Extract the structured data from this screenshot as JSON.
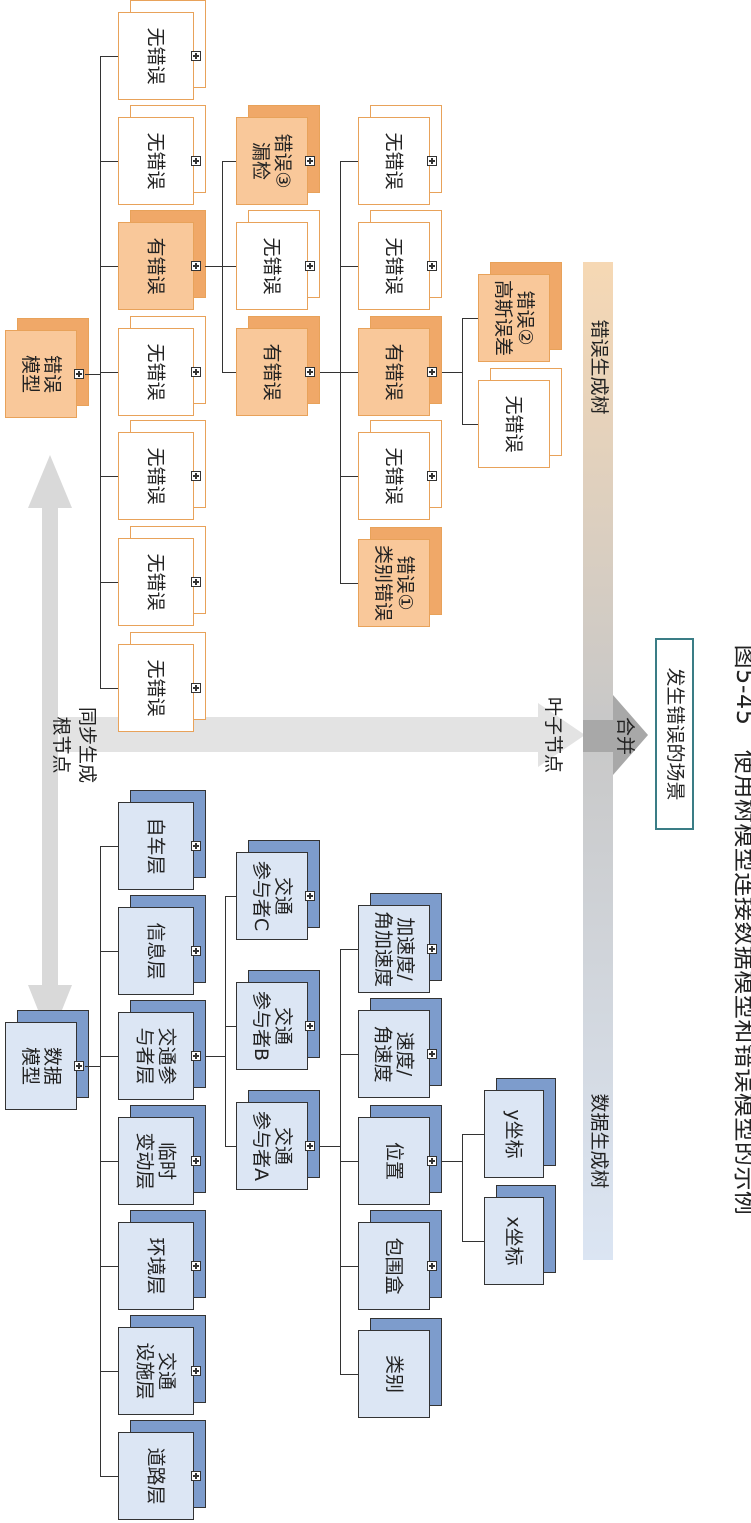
{
  "data_tree": {
    "root": "数据\n模型",
    "level1": [
      "道路层",
      "交通\n设施层",
      "环境层",
      "临时\n变动层",
      "交通参\n与者层",
      "信息层",
      "自车层"
    ],
    "participants": [
      "交通\n参与者A",
      "交通\n参与者B",
      "交通\n参与者C"
    ],
    "attributes": [
      "类别",
      "包围盒",
      "位置",
      "速度/\n角速度",
      "加速度/\n角加速度"
    ],
    "coords": [
      "x坐标",
      "y坐标"
    ],
    "label": "数据生成树"
  },
  "error_tree": {
    "root": "错误\n模型",
    "level1": [
      "无错误",
      "无错误",
      "无错误",
      "无错误",
      "有错误",
      "无错误",
      "无错误"
    ],
    "level2": [
      "有错误",
      "无错误",
      "错误③\n漏检"
    ],
    "level3": [
      "错误①\n类别错误",
      "无错误",
      "有错误",
      "无错误",
      "无错误"
    ],
    "level4": [
      "无错误",
      "错误②\n高斯误差"
    ],
    "label": "错误生成树"
  },
  "center": {
    "sync_label": "同步生成\n根节点",
    "leaf_label": "叶子节点",
    "merge_label": "合并",
    "result_label": "发生错误的场景"
  },
  "caption": "图5-45   使用树模型连接数据模型和错误模型的示例"
}
